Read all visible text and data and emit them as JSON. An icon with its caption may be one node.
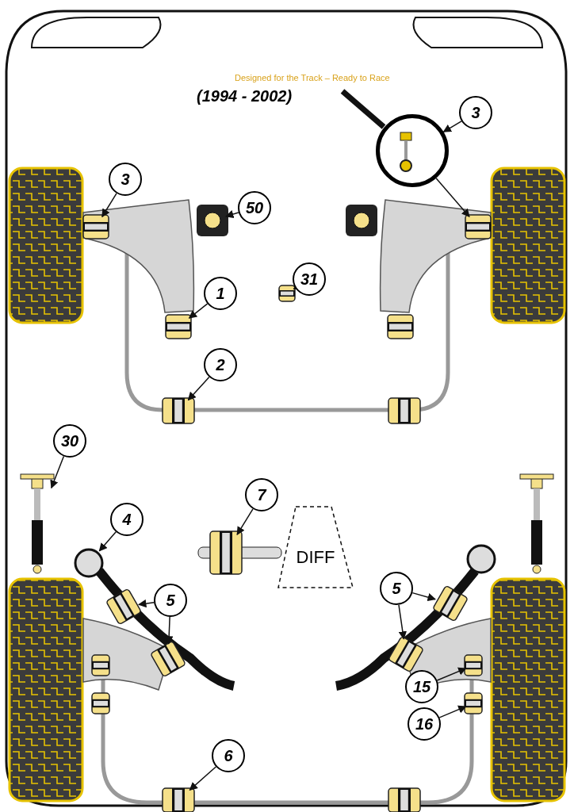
{
  "diagram": {
    "nodes": [
      {
        "text": [
          "3"
        ]
      },
      {
        "text": [
          "50"
        ]
      },
      {
        "text": [
          "3"
        ]
      },
      {
        "text": [],
        "shape": "picture"
      },
      {
        "text": [
          "31"
        ]
      },
      {
        "text": [
          "1"
        ]
      },
      {
        "text": [
          "2"
        ]
      },
      {
        "text": [
          "30"
        ]
      },
      {
        "text": [
          "7"
        ]
      },
      {
        "text": [
          "DIFF"
        ]
      },
      {
        "text": [
          "4"
        ]
      },
      {
        "text": [
          "5"
        ]
      },
      {
        "text": [
          "5"
        ]
      },
      {
        "text": [
          "15"
        ]
      },
      {
        "text": [
          "16"
        ]
      },
      {
        "text": [
          "6"
        ]
      },
      {
        "text": [],
        "shape": "picture"
      },
      {
        "text": [],
        "shape": "picture"
      },
      {
        "text": [],
        "shape": "picture"
      },
      {
        "text": [],
        "shape": "picture"
      },
      {
        "text": [],
        "shape": "picture"
      },
      {
        "text": [],
        "shape": "picture"
      },
      {
        "text": [],
        "shape": "picture"
      },
      {
        "text": [],
        "shape": "picture"
      },
      {
        "text": [],
        "shape": "circle"
      },
      {
        "text": [],
        "shape": "picture"
      },
      {
        "text": [],
        "shape": "picture"
      },
      {
        "text": [],
        "shape": "picture"
      },
      {
        "text": [],
        "shape": "picture"
      },
      {
        "text": [],
        "shape": "picture"
      },
      {
        "text": [],
        "shape": "picture"
      },
      {
        "text": [],
        "shape": "picture"
      }
    ],
    "edges": [
      {
        "from": 0,
        "to": 16,
        "arrow": "to"
      },
      {
        "from": 1,
        "to": 17,
        "arrow": "to"
      },
      {
        "from": 2,
        "to": 3,
        "arrow": "to"
      },
      {
        "from": 3,
        "to": 18,
        "arrow": "to"
      },
      {
        "from": 4,
        "to": 19,
        "arrow": "to"
      },
      {
        "from": 5,
        "to": 20,
        "arrow": "to"
      },
      {
        "from": 6,
        "to": 21,
        "arrow": "to"
      },
      {
        "from": 7,
        "to": 22,
        "arrow": "to"
      },
      {
        "from": 8,
        "to": 23,
        "arrow": "to"
      },
      {
        "from": 10,
        "to": 24,
        "arrow": "to"
      },
      {
        "from": 11,
        "to": 25,
        "arrow": "to"
      },
      {
        "from": 11,
        "to": 26,
        "arrow": "to"
      },
      {
        "from": 12,
        "to": 27,
        "arrow": "to"
      },
      {
        "from": 12,
        "to": 28,
        "arrow": "to"
      },
      {
        "from": 13,
        "to": 29,
        "arrow": "to"
      },
      {
        "from": 14,
        "to": 30,
        "arrow": "to"
      },
      {
        "from": 15,
        "to": 31,
        "arrow": "to"
      }
    ],
    "labels": [
      "Designed for the Track – Ready to Race",
      "(1994 - 2002)"
    ]
  }
}
